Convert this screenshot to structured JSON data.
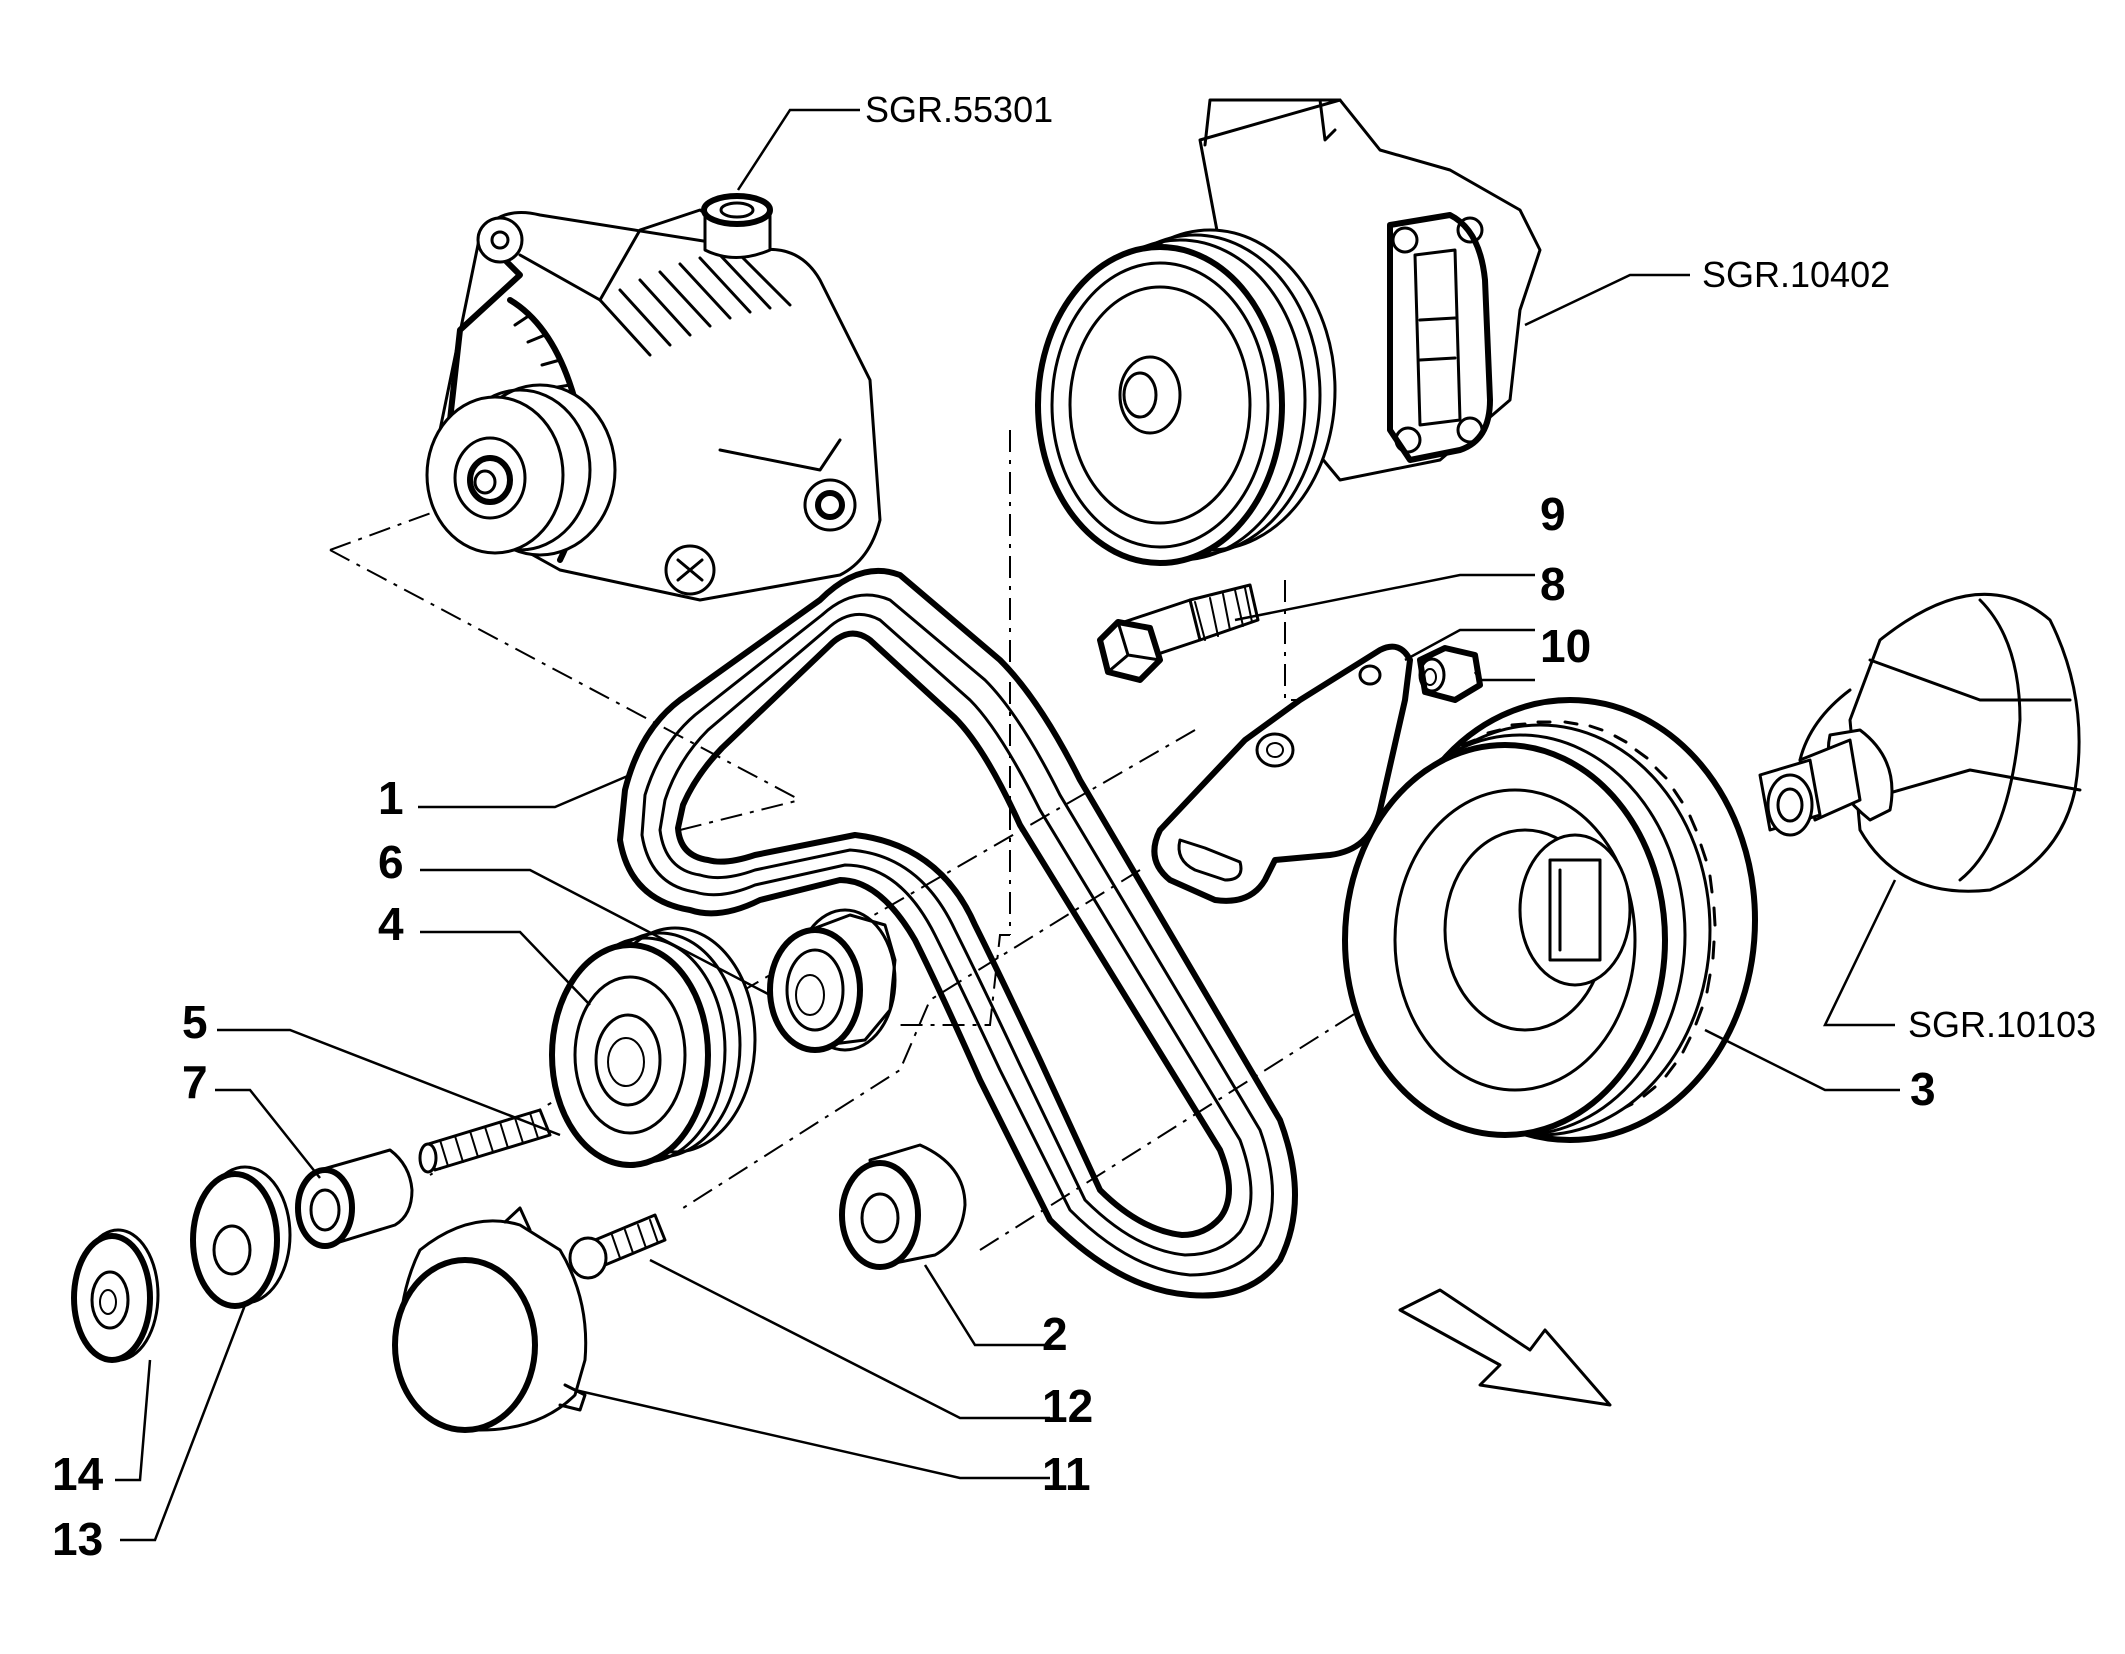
{
  "references": {
    "alternator": "SGR.55301",
    "water_pump": "SGR.10402",
    "crankshaft": "SGR.10103"
  },
  "callouts": {
    "c1": "1",
    "c2": "2",
    "c3": "3",
    "c4": "4",
    "c5": "5",
    "c6": "6",
    "c7": "7",
    "c8": "8",
    "c9": "9",
    "c10": "10",
    "c11": "11",
    "c12": "12",
    "c13": "13",
    "c14": "14"
  }
}
